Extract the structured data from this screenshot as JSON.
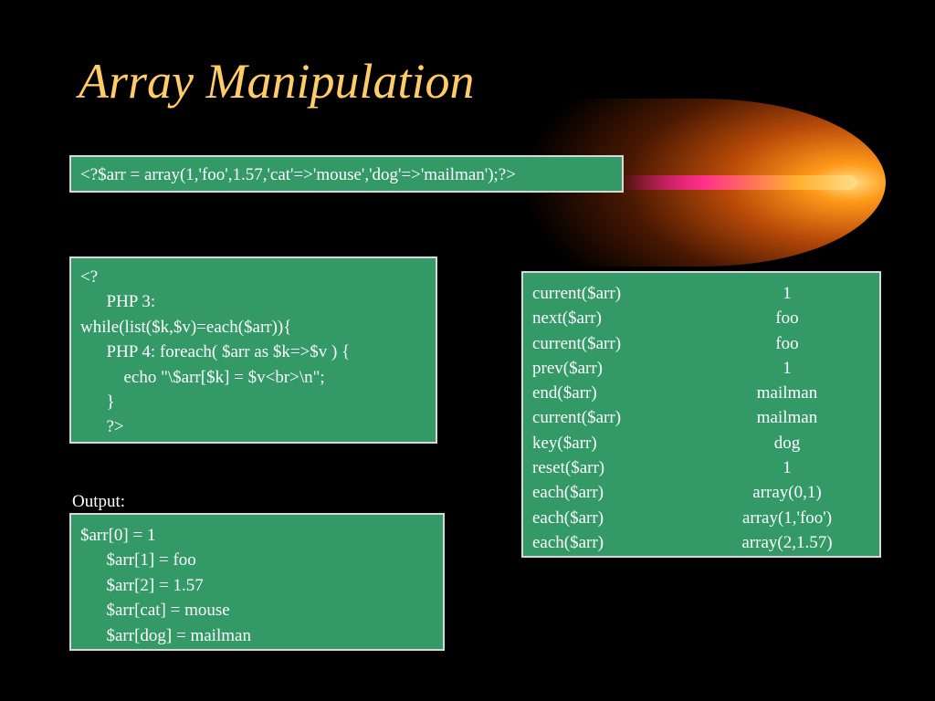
{
  "slide": {
    "title": "Array Manipulation",
    "code_line": "<?$arr = array(1,'foo',1.57,'cat'=>'mouse','dog'=>'mailman');?>",
    "loop_code": [
      "<?",
      "      PHP 3:",
      "while(list($k,$v)=each($arr)){",
      "      PHP 4: foreach( $arr as $k=>$v ) {",
      "          echo \"\\$arr[$k] = $v<br>\\n\";",
      "      }",
      "      ?>"
    ],
    "output_label": "Output:",
    "output_lines": [
      "$arr[0] = 1",
      "      $arr[1] = foo",
      "      $arr[2] = 1.57",
      "      $arr[cat] = mouse",
      "      $arr[dog] = mailman"
    ],
    "functions": [
      {
        "call": "current($arr)",
        "result": "1"
      },
      {
        "call": "next($arr)",
        "result": "foo"
      },
      {
        "call": "current($arr)",
        "result": "foo"
      },
      {
        "call": "prev($arr)",
        "result": "1"
      },
      {
        "call": "end($arr)",
        "result": "mailman"
      },
      {
        "call": "current($arr)",
        "result": "mailman"
      },
      {
        "call": "key($arr)",
        "result": "dog"
      },
      {
        "call": "reset($arr)",
        "result": "1"
      },
      {
        "call": "each($arr)",
        "result": "array(0,1)"
      },
      {
        "call": "each($arr)",
        "result": "array(1,'foo')"
      },
      {
        "call": "each($arr)",
        "result": "array(2,1.57)"
      }
    ]
  },
  "colors": {
    "background": "#000000",
    "title": "#ffcc66",
    "box_fill": "#339966",
    "box_border": "#d8d8d8",
    "text": "#ffffff"
  }
}
